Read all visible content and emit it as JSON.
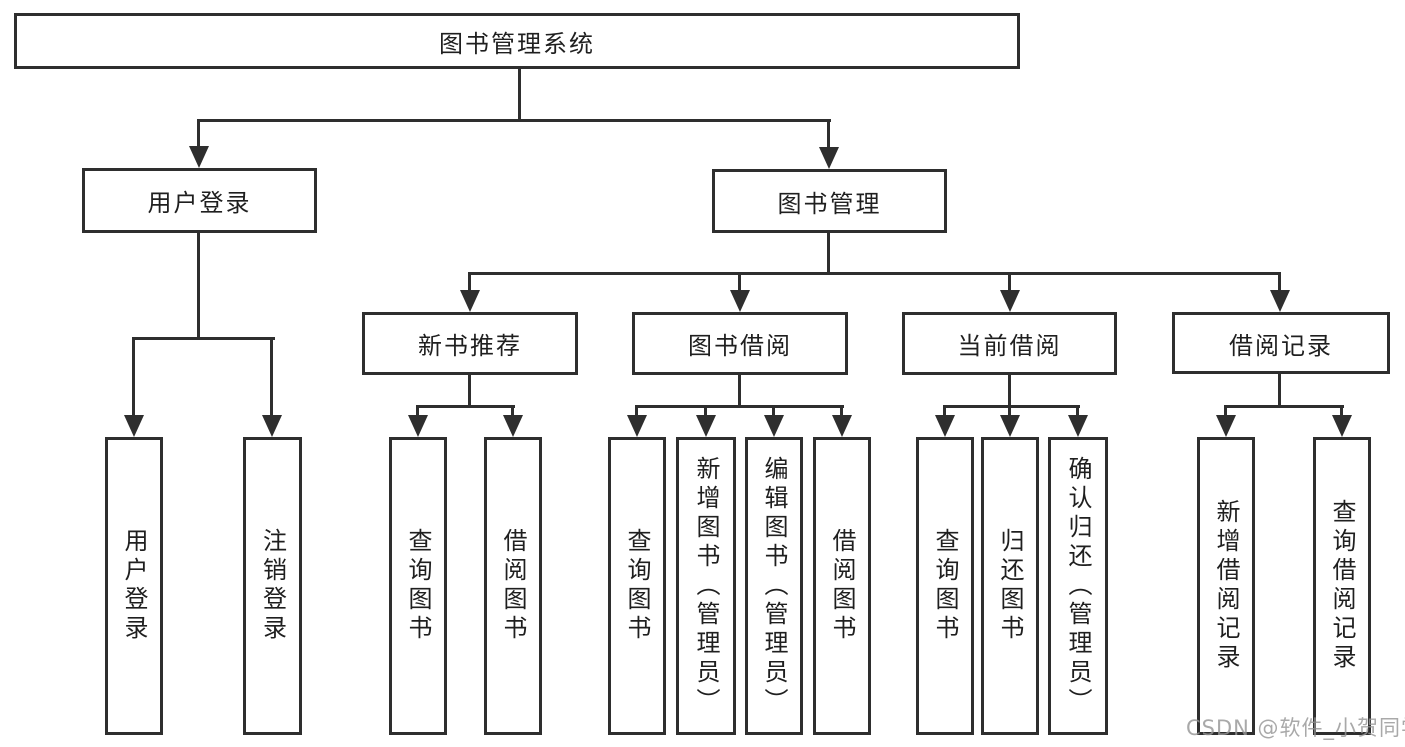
{
  "diagram": {
    "root": {
      "label": "图书管理系统"
    },
    "branches": [
      {
        "label": "用户登录",
        "children": [
          {
            "label": "用户登录"
          },
          {
            "label": "注销登录"
          }
        ]
      },
      {
        "label": "图书管理",
        "children": [
          {
            "label": "新书推荐",
            "children": [
              {
                "label": "查询图书"
              },
              {
                "label": "借阅图书"
              }
            ]
          },
          {
            "label": "图书借阅",
            "children": [
              {
                "label": "查询图书"
              },
              {
                "label": "新增图书（管理员）"
              },
              {
                "label": "编辑图书（管理员）"
              },
              {
                "label": "借阅图书"
              }
            ]
          },
          {
            "label": "当前借阅",
            "children": [
              {
                "label": "查询图书"
              },
              {
                "label": "归还图书"
              },
              {
                "label": "确认归还（管理员）"
              }
            ]
          },
          {
            "label": "借阅记录",
            "children": [
              {
                "label": "新增借阅记录"
              },
              {
                "label": "查询借阅记录"
              }
            ]
          }
        ]
      }
    ]
  },
  "watermark": {
    "text": "CSDN @软件_小贺同学"
  },
  "colors": {
    "line": "#2e2e2e",
    "text": "#1f1f1f",
    "watermark": "#969696",
    "background": "#ffffff"
  }
}
